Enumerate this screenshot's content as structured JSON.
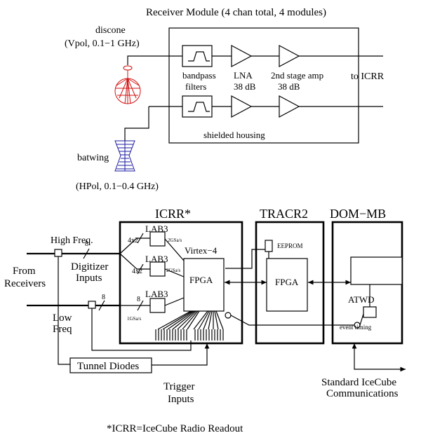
{
  "receiver_module": {
    "title": "Receiver Module (4 chan total, 4 modules)",
    "discone_label": "discone",
    "discone_pol": "(Vpol, 0.1−1 GHz)",
    "bandpass_label_1": "bandpass",
    "bandpass_label_2": "filters",
    "lna_label_1": "LNA",
    "lna_label_2": "38 dB",
    "amp_label_1": "2nd stage amp",
    "amp_label_2": "38 dB",
    "to_icrr": "to ICRR",
    "housing_label": "shielded housing",
    "batwing_label": "batwing",
    "batwing_pol": "(HPol, 0.1−0.4 GHz)"
  },
  "readout": {
    "icrr_title": "ICRR*",
    "tracr_title": "TRACR2",
    "dom_title": "DOM−MB",
    "high_freq": "High Freq.",
    "bus_width_high": "8",
    "digitizer_1": "Digitizer",
    "digitizer_2": "Inputs",
    "from_1": "From",
    "from_2": "Receivers",
    "low_1": "Low",
    "low_2": "Freq",
    "bus_width_low": "8",
    "lab3_label": "LAB3",
    "lab3_in": "4x2",
    "lab3_rate_fast": "2GSa/s",
    "lab3_in_low": "8",
    "lab3_rate_slow": "1GSa/s",
    "virtex": "Virtex−4",
    "fpga": "FPGA",
    "eeprom": "EEPROM",
    "atwd": "ATWD",
    "event_timing": "event timing",
    "tunnel_diodes": "Tunnel Diodes",
    "trigger_1": "Trigger",
    "trigger_2": "Inputs",
    "comm_1": "Standard IceCube",
    "comm_2": "Communications",
    "footnote": "*ICRR=IceCube Radio Readout"
  }
}
